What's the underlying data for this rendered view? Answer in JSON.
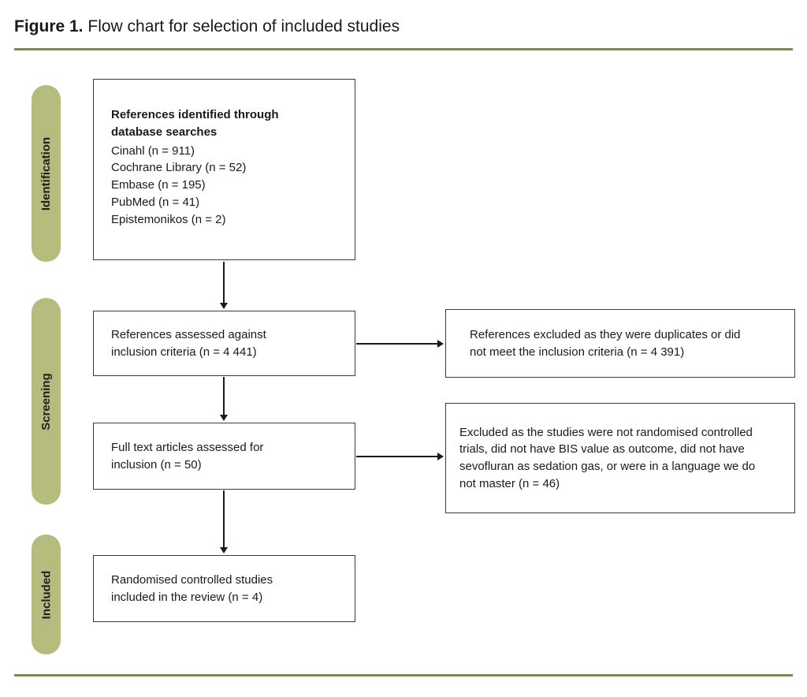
{
  "title": {
    "prefix": "Figure 1.",
    "rest": "Flow chart for selection of included studies"
  },
  "stages": [
    {
      "label": "Identification"
    },
    {
      "label": "Screening"
    },
    {
      "label": "Included"
    }
  ],
  "boxes": {
    "identified": {
      "heading": "References identified through database searches",
      "lines": [
        "Cinahl (n = 911)",
        "Cochrane Library (n = 52)",
        "Embase (n = 195)",
        "PubMed (n = 41)",
        "Epistemonikos (n = 2)"
      ]
    },
    "assessed": {
      "text": "References assessed against inclusion criteria (n = 4 441)"
    },
    "fulltext": {
      "text": "Full text articles assessed for inclusion (n = 50)"
    },
    "included": {
      "text": "Randomised controlled studies included in the review (n = 4)"
    },
    "excluded1": {
      "text": "References excluded as they were duplicates or did not meet the inclusion criteria (n = 4 391)"
    },
    "excluded2": {
      "text": "Excluded as the studies were not randomised controlled trials, did not have BIS value as outcome, did not have sevofluran as sedation gas, or were in a language we do not master (n = 46)"
    }
  },
  "colors": {
    "pill": "#b5bc7e",
    "rule": "#7e8c35"
  }
}
